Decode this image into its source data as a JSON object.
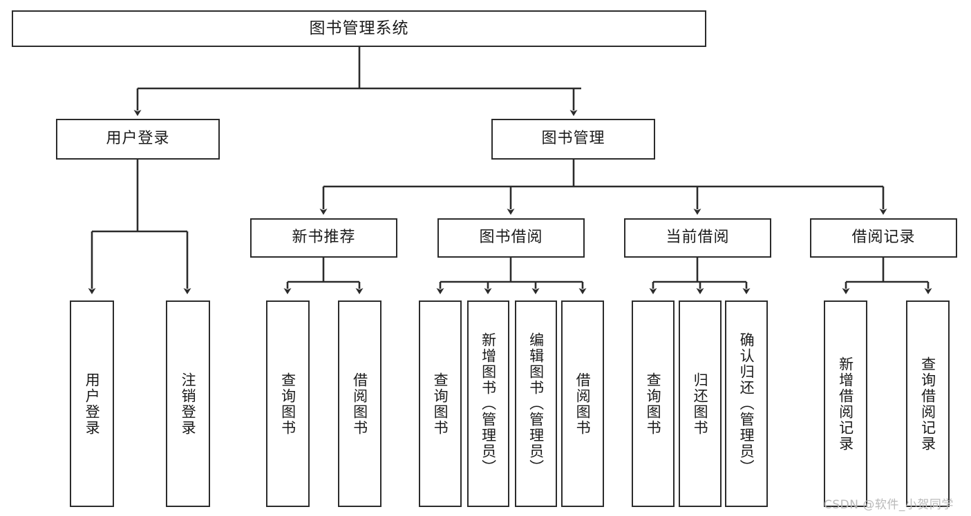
{
  "diagram": {
    "type": "hierarchy-tree",
    "title": "图书管理系统",
    "watermark": "CSDN @软件_小贺同学",
    "colors": {
      "box_border": "#2b2b2b",
      "box_fill": "#ffffff",
      "connector": "#2b2b2b",
      "text": "#1a1a1a",
      "watermark": "#b9b9b9"
    },
    "nodes": {
      "root": {
        "label": "图书管理系统"
      },
      "level2": [
        {
          "id": "user-login",
          "label": "用户登录"
        },
        {
          "id": "book-manage",
          "label": "图书管理"
        }
      ],
      "level3": [
        {
          "id": "new-book-rec",
          "label": "新书推荐",
          "parent": "book-manage"
        },
        {
          "id": "book-borrow",
          "label": "图书借阅",
          "parent": "book-manage"
        },
        {
          "id": "current-borrow",
          "label": "当前借阅",
          "parent": "book-manage"
        },
        {
          "id": "borrow-record",
          "label": "借阅记录",
          "parent": "book-manage"
        }
      ],
      "leaves": [
        {
          "id": "leaf-user-login",
          "label": "用户登录",
          "parent": "user-login"
        },
        {
          "id": "leaf-user-logout",
          "label": "注销登录",
          "parent": "user-login"
        },
        {
          "id": "leaf-query-book-1",
          "label": "查询图书",
          "parent": "new-book-rec"
        },
        {
          "id": "leaf-borrow-book-1",
          "label": "借阅图书",
          "parent": "new-book-rec"
        },
        {
          "id": "leaf-query-book-2",
          "label": "查询图书",
          "parent": "book-borrow"
        },
        {
          "id": "leaf-add-book",
          "label": "新增图书（管理员）",
          "parent": "book-borrow"
        },
        {
          "id": "leaf-edit-book",
          "label": "编辑图书（管理员）",
          "parent": "book-borrow"
        },
        {
          "id": "leaf-borrow-book-2",
          "label": "借阅图书",
          "parent": "book-borrow"
        },
        {
          "id": "leaf-query-book-3",
          "label": "查询图书",
          "parent": "current-borrow"
        },
        {
          "id": "leaf-return-book",
          "label": "归还图书",
          "parent": "current-borrow"
        },
        {
          "id": "leaf-confirm-return",
          "label": "确认归还（管理员）",
          "parent": "current-borrow"
        },
        {
          "id": "leaf-add-record",
          "label": "新增借阅记录",
          "parent": "borrow-record"
        },
        {
          "id": "leaf-query-record",
          "label": "查询借阅记录",
          "parent": "borrow-record"
        }
      ]
    }
  }
}
